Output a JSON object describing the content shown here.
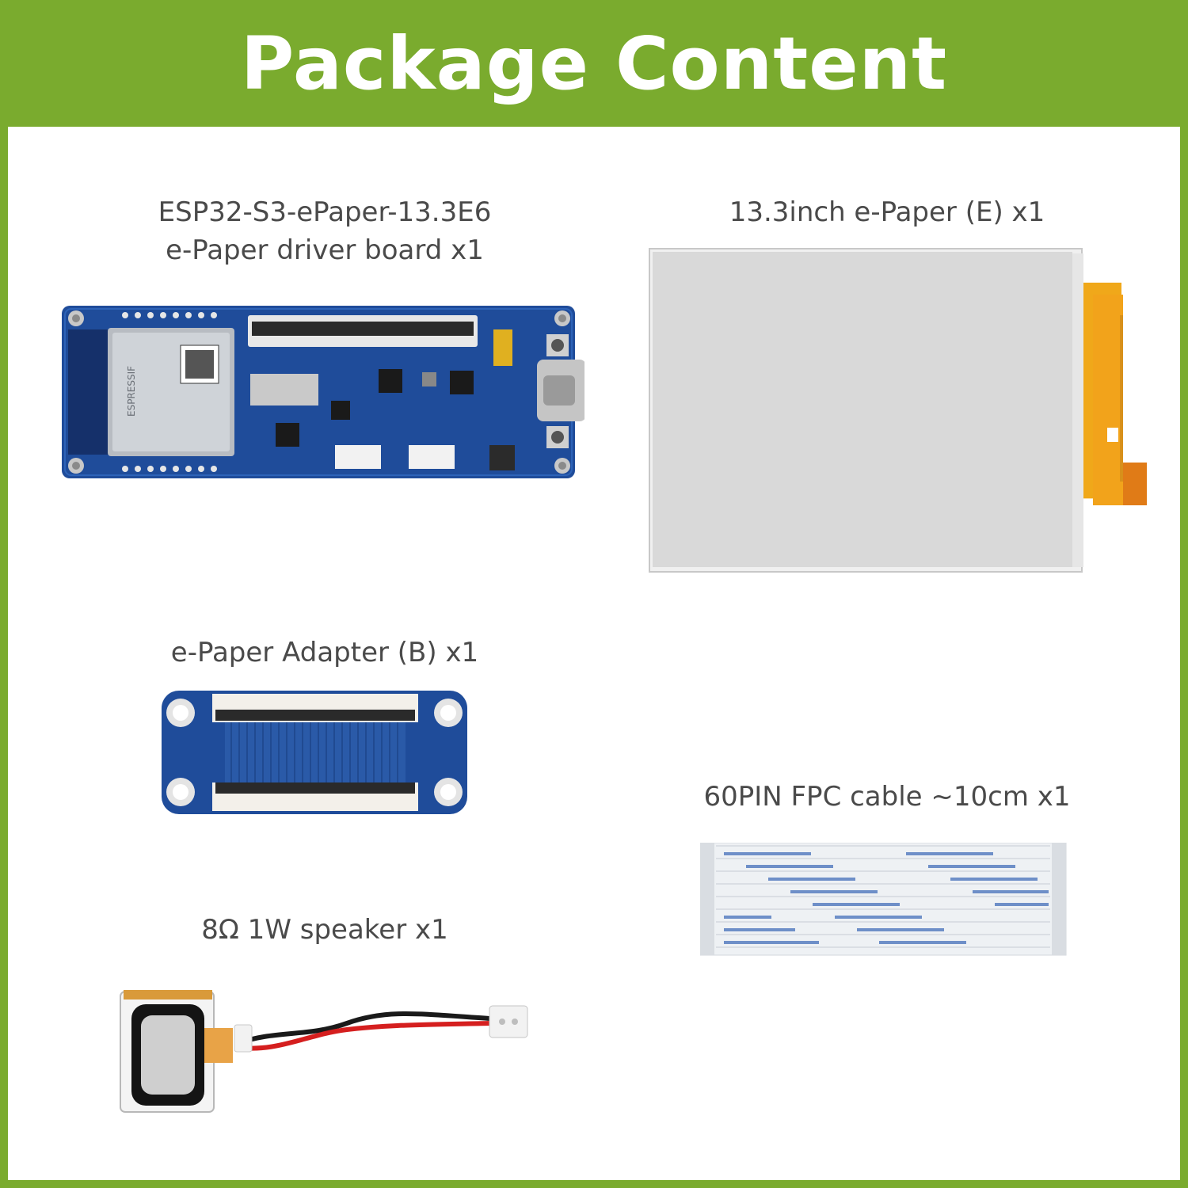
{
  "header": {
    "title": "Package Content"
  },
  "items": [
    {
      "name": "driver-board",
      "label_line1": "ESP32-S3-ePaper-13.3E6",
      "label_line2": "e-Paper driver board x1"
    },
    {
      "name": "epaper-display",
      "label_line1": "13.3inch e-Paper (E) x1"
    },
    {
      "name": "adapter-board",
      "label_line1": "e-Paper Adapter (B) x1"
    },
    {
      "name": "fpc-cable",
      "label_line1": "60PIN FPC cable ~10cm x1"
    },
    {
      "name": "speaker",
      "label_line1": "8Ω 1W speaker x1"
    }
  ],
  "colors": {
    "header_bg": "#7aab2e",
    "panel_bg": "#ffffff",
    "pcb_blue": "#1f4c9a",
    "label_text": "#4a4a4a"
  }
}
